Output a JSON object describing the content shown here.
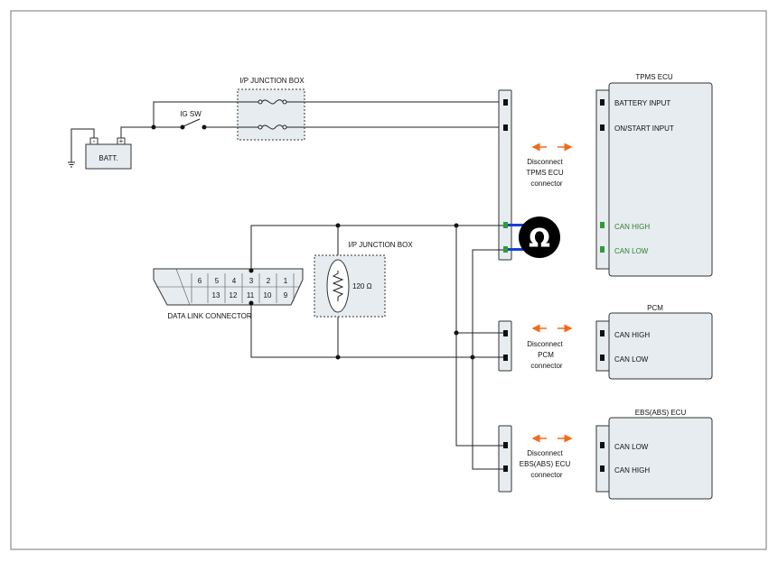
{
  "battery": {
    "label": "BATT.",
    "neg": "-",
    "pos": "+"
  },
  "ig_switch": {
    "label": "IG SW"
  },
  "ip_junction_top": {
    "label": "I/P JUNCTION BOX"
  },
  "ip_junction_mid": {
    "label": "I/P JUNCTION BOX",
    "resistor": "120  Ω"
  },
  "dlc": {
    "label": "DATA LINK CONNECTOR",
    "pins_top": [
      "6",
      "5",
      "4",
      "3",
      "2",
      "1"
    ],
    "pins_bottom": [
      "13",
      "12",
      "11",
      "10",
      "9"
    ]
  },
  "ohmmeter": {
    "symbol": "Ω"
  },
  "tpms": {
    "title": "TPMS ECU",
    "pins": [
      "BATTERY INPUT",
      "ON/START INPUT",
      "CAN HIGH",
      "CAN LOW"
    ],
    "disconnect": [
      "Disconnect",
      "TPMS ECU",
      "connector"
    ]
  },
  "pcm": {
    "title": "PCM",
    "pins": [
      "CAN HIGH",
      "CAN LOW"
    ],
    "disconnect": [
      "Disconnect",
      "PCM",
      "connector"
    ]
  },
  "ebs": {
    "title": "EBS(ABS) ECU",
    "pins": [
      "CAN LOW",
      "CAN HIGH"
    ],
    "disconnect": [
      "Disconnect",
      "EBS(ABS) ECU",
      "connector"
    ]
  },
  "colors": {
    "arrow": "#f26a1b",
    "can_wire": "#1a3fd1",
    "can_pin": "#2e9c3b",
    "box_fill": "#e6ecef"
  }
}
